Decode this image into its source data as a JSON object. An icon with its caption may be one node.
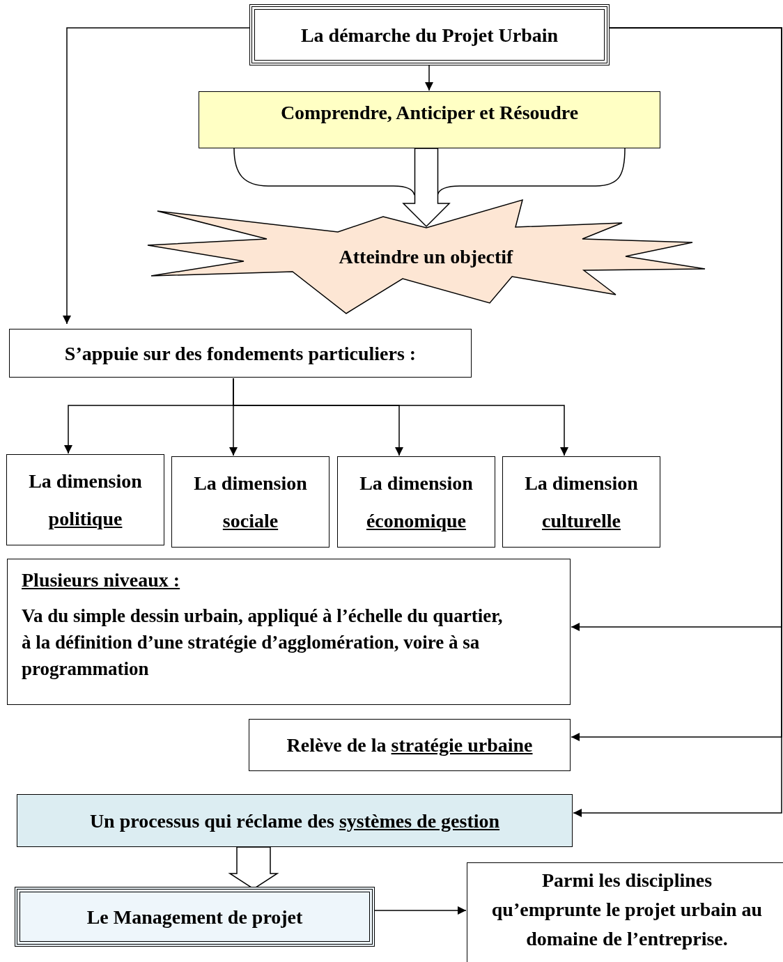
{
  "diagram": {
    "nodes": [
      {
        "text": [
          "La démarche du Projet Urbain"
        ]
      },
      {
        "text": [
          "Comprendre, Anticiper et Résoudre"
        ]
      },
      {
        "text": [
          "Atteindre un objectif"
        ]
      },
      {
        "text": [
          "S’appuie sur des fondements particuliers :"
        ]
      },
      {
        "text": [
          "La dimension",
          "politique"
        ]
      },
      {
        "text": [
          "La dimension",
          "sociale"
        ]
      },
      {
        "text": [
          "La dimension",
          "économique"
        ]
      },
      {
        "text": [
          "La dimension",
          "culturelle"
        ]
      },
      {
        "text": [
          "Plusieurs niveaux :",
          "Va du simple dessin urbain, appliqué à l’échelle du quartier, à la définition d’une stratégie d’agglomération, voire à sa programmation"
        ]
      },
      {
        "text": [
          "Relève de la",
          "stratégie urbaine"
        ]
      },
      {
        "text": [
          "Un processus qui réclame des",
          "systèmes de gestion"
        ]
      },
      {
        "text": [
          "Le Management de projet"
        ]
      },
      {
        "text": [
          "Parmi les disciplines qu’emprunte le projet urbain au domaine de l’entreprise."
        ]
      }
    ],
    "edges": [
      {
        "from": 0,
        "to": 1,
        "arrow": "to"
      },
      {
        "from": 0,
        "to": 3,
        "arrow": "to"
      },
      {
        "from": 0,
        "to": 8,
        "arrow": "to"
      },
      {
        "from": 0,
        "to": 9,
        "arrow": "to"
      },
      {
        "from": 0,
        "to": 10,
        "arrow": "to"
      },
      {
        "from": 1,
        "to": 2,
        "arrow": "to",
        "style": "thick"
      },
      {
        "from": 3,
        "to": 4,
        "arrow": "to"
      },
      {
        "from": 3,
        "to": 5,
        "arrow": "to"
      },
      {
        "from": 3,
        "to": 6,
        "arrow": "to"
      },
      {
        "from": 3,
        "to": 7,
        "arrow": "to"
      },
      {
        "from": 10,
        "to": 11,
        "arrow": "to",
        "style": "thick"
      },
      {
        "from": 11,
        "to": 12,
        "arrow": "to"
      }
    ]
  }
}
